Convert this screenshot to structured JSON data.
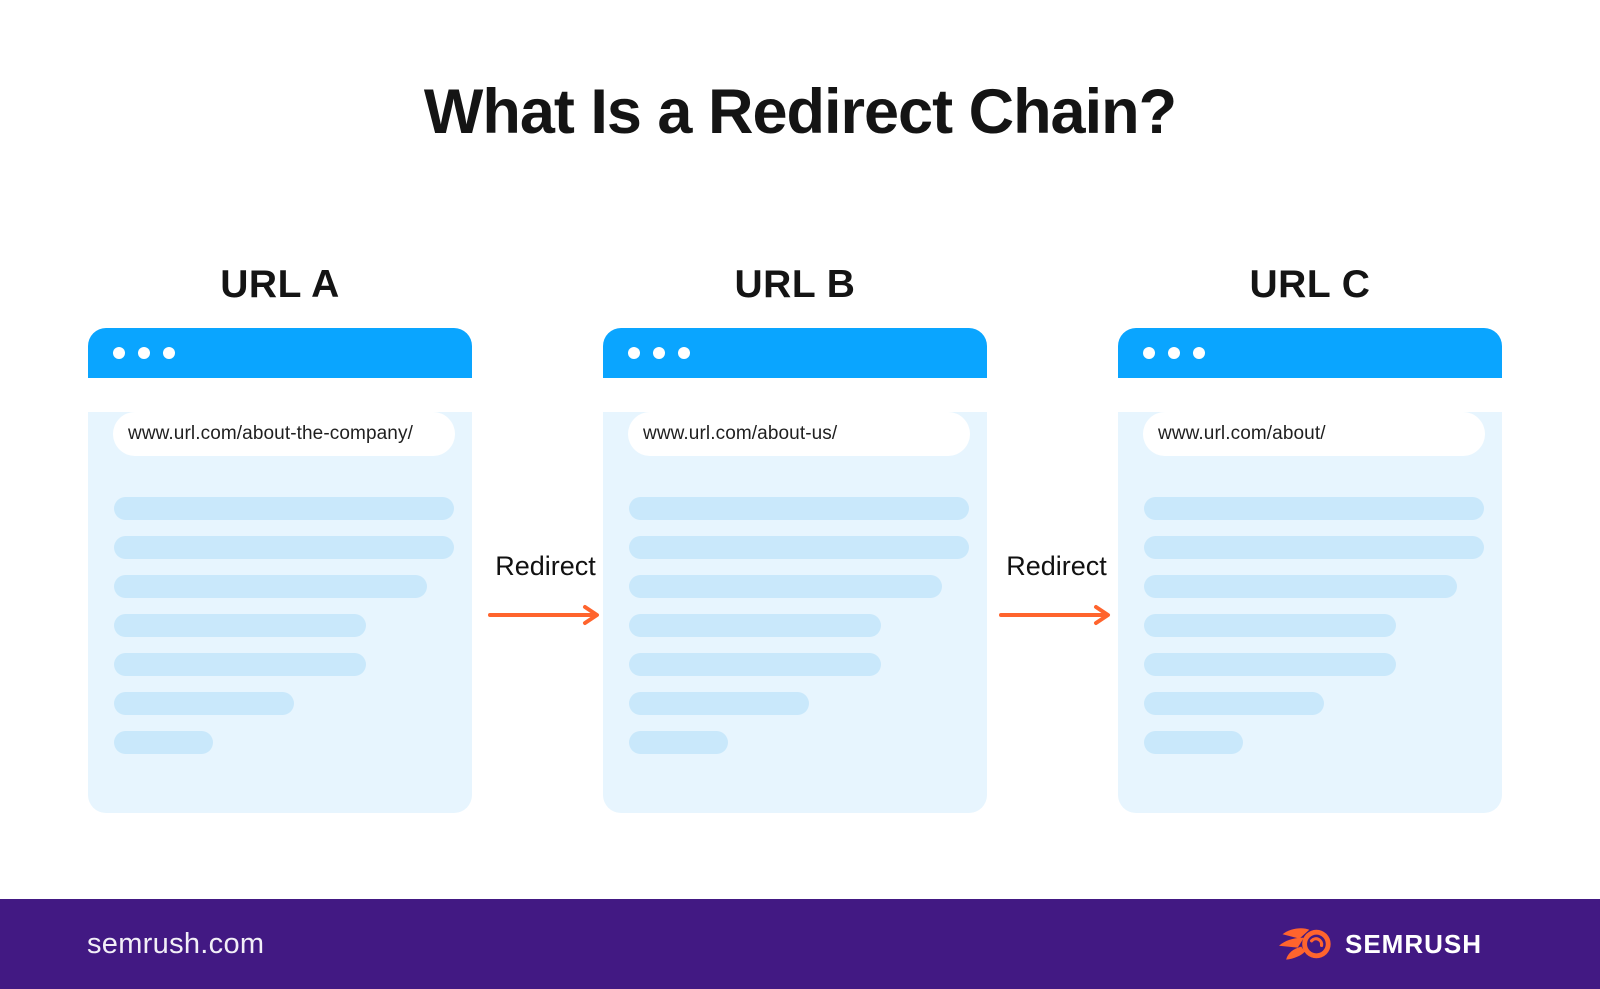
{
  "page": {
    "title": "What Is a Redirect Chain?"
  },
  "windows": [
    {
      "label": "URL A",
      "url": "www.url.com/about-the-company/"
    },
    {
      "label": "URL B",
      "url": "www.url.com/about-us/"
    },
    {
      "label": "URL C",
      "url": "www.url.com/about/"
    }
  ],
  "arrows": [
    {
      "label": "Redirect"
    },
    {
      "label": "Redirect"
    }
  ],
  "footer": {
    "site_label": "semrush.com",
    "brand_name": "SEMRUSH"
  },
  "placeholder_line_widths_pct": [
    100,
    100,
    92,
    74,
    74,
    53,
    29
  ],
  "colors": {
    "header_blue": "#0AA5FF",
    "window_body": "#E7F5FE",
    "placeholder_line": "#C9E8FB",
    "arrow_orange": "#FF642D",
    "footer_purple": "#421983",
    "title_text": "#141414",
    "url_text": "#1F1F1F",
    "footer_text": "#F2EFF7"
  }
}
